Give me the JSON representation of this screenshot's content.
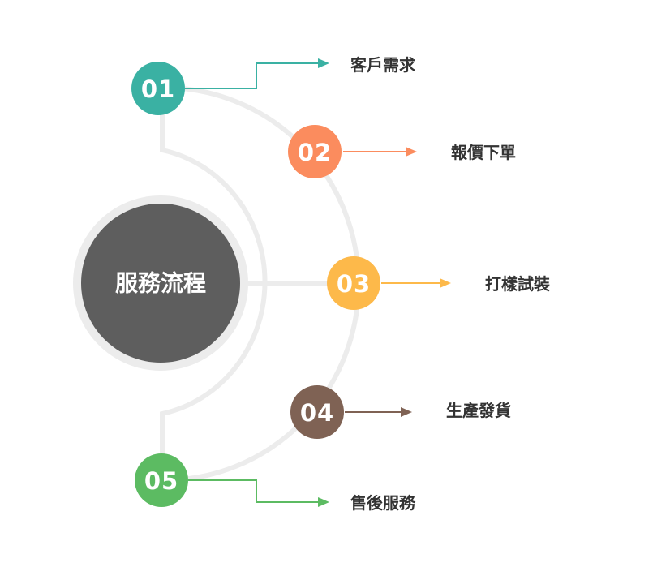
{
  "center": {
    "title": "服務流程",
    "fill": "#5e5e5e",
    "ring": "#ececec"
  },
  "track_color": "#ececec",
  "steps": [
    {
      "number": "01",
      "label": "客戶需求",
      "color": "#3ab1a3"
    },
    {
      "number": "02",
      "label": "報價下單",
      "color": "#fb8c5e"
    },
    {
      "number": "03",
      "label": "打樣試裝",
      "color": "#fdb94a"
    },
    {
      "number": "04",
      "label": "生產發貨",
      "color": "#7f6254"
    },
    {
      "number": "05",
      "label": "售後服務",
      "color": "#5cbb62"
    }
  ]
}
